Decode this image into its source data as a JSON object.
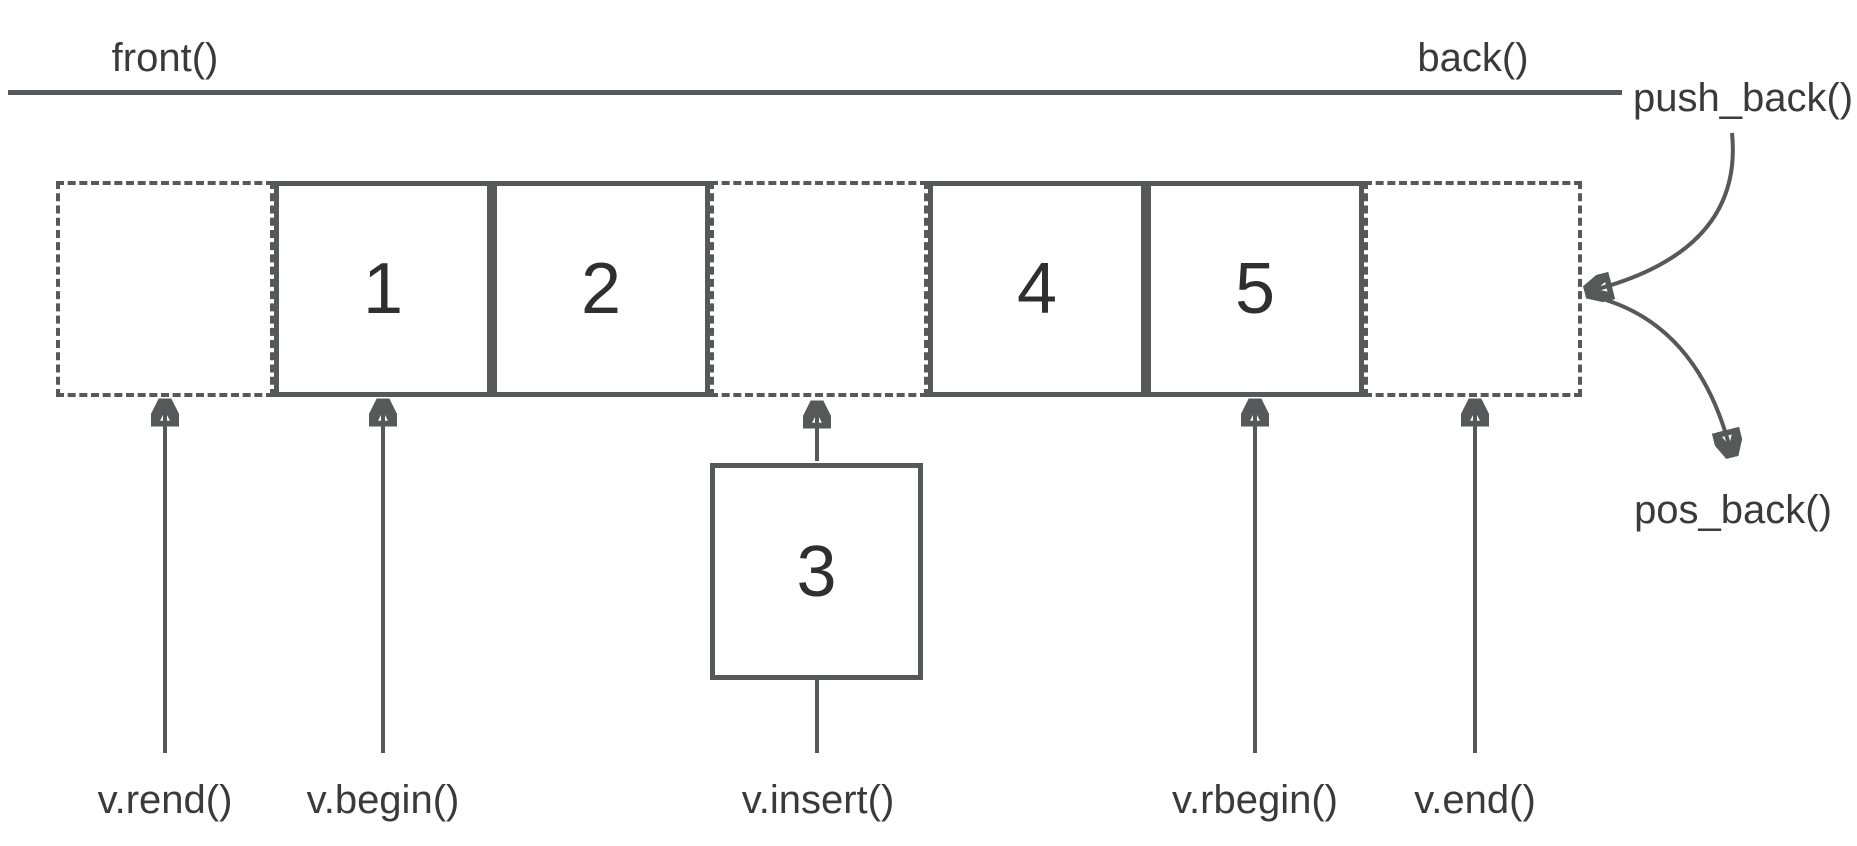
{
  "diagram": {
    "title_area": {
      "front_label": "front()",
      "back_label": "back()",
      "push_back_label": "push_back()",
      "pos_back_label": "pos_back()"
    },
    "cells": [
      {
        "type": "dashed",
        "value": ""
      },
      {
        "type": "solid",
        "value": "1"
      },
      {
        "type": "solid",
        "value": "2"
      },
      {
        "type": "dashed",
        "value": ""
      },
      {
        "type": "solid",
        "value": "4"
      },
      {
        "type": "solid",
        "value": "5"
      },
      {
        "type": "dashed",
        "value": ""
      }
    ],
    "insert_box": {
      "value": "3"
    },
    "iterator_labels": {
      "rend": "v.rend()",
      "begin": "v.begin()",
      "insert": "v.insert()",
      "rbegin": "v.rbegin()",
      "end": "v.end()"
    },
    "colors": {
      "stroke": "#57585a",
      "digit_text": "#2f2f2f",
      "label_text": "#3a3a3a",
      "background": "#ffffff"
    }
  }
}
